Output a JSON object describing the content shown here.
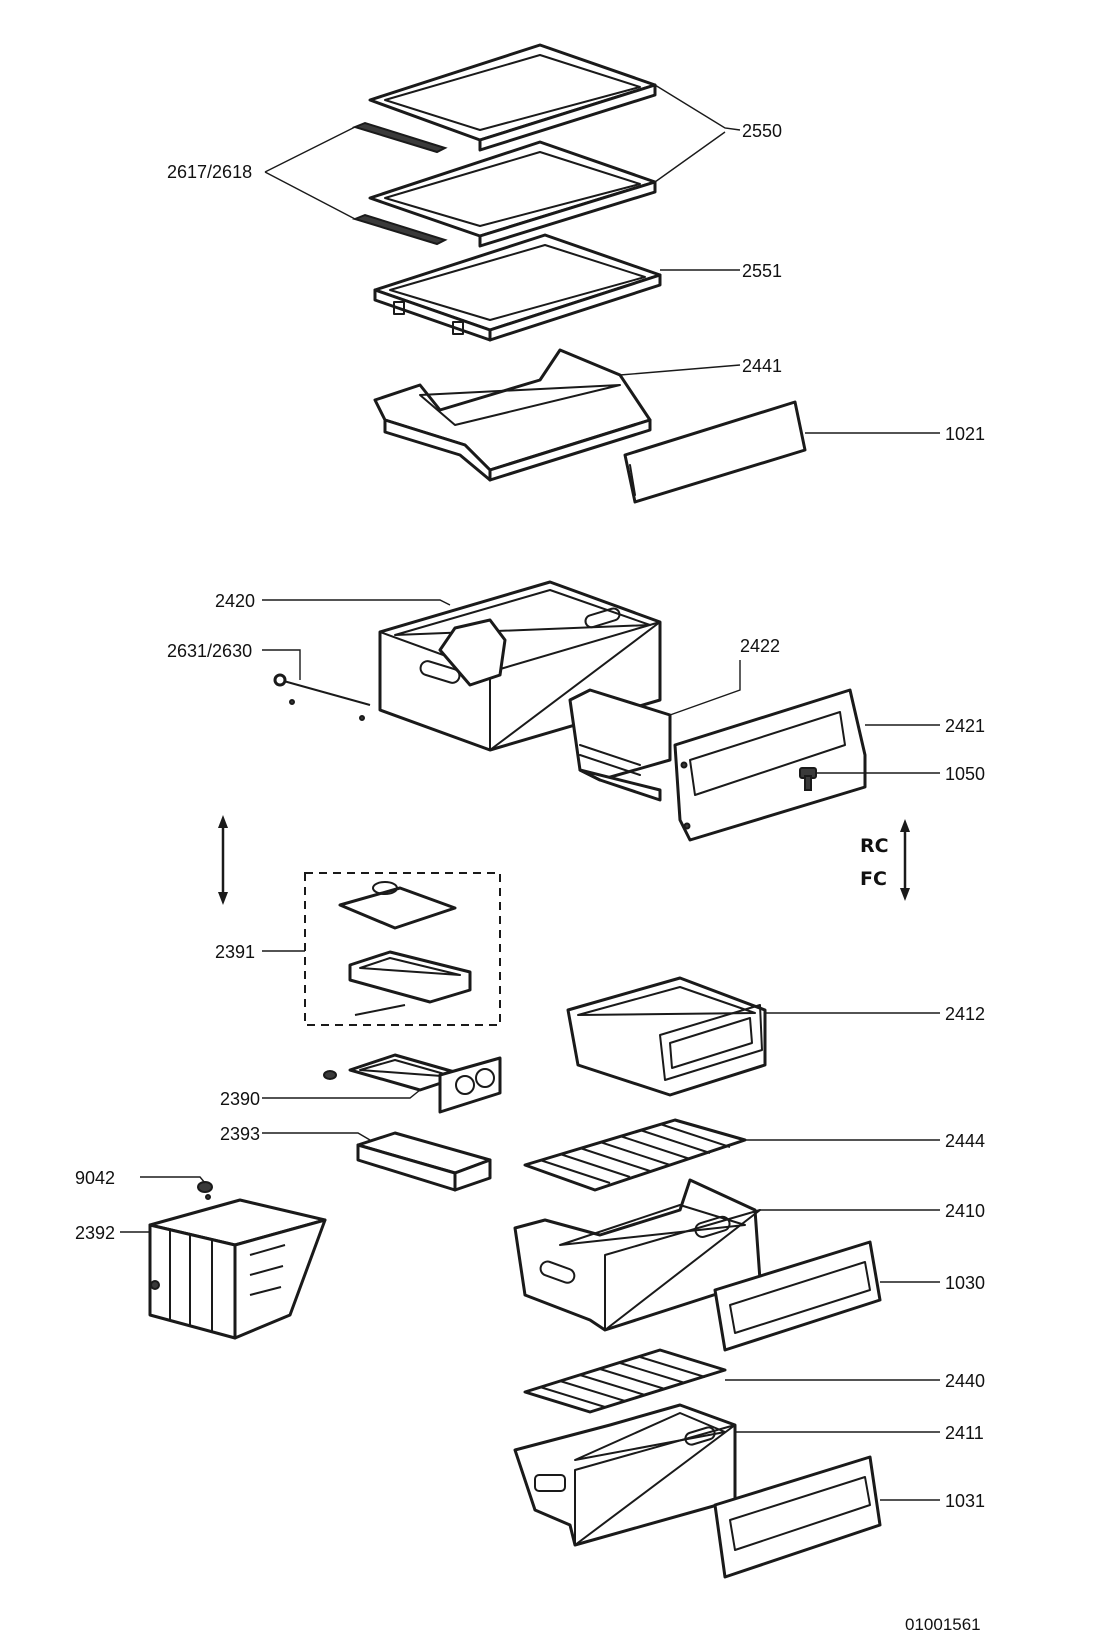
{
  "callouts": {
    "c2550": "2550",
    "c2617": "2617/2618",
    "c2551": "2551",
    "c2441": "2441",
    "c1021": "1021",
    "c2420": "2420",
    "c2631": "2631/2630",
    "c2422": "2422",
    "c2421": "2421",
    "c1050": "1050",
    "c2391": "2391",
    "c2412": "2412",
    "c2390": "2390",
    "c2393": "2393",
    "c2444": "2444",
    "c9042": "9042",
    "c2392": "2392",
    "c2410": "2410",
    "c1030": "1030",
    "c2440": "2440",
    "c2411": "2411",
    "c1031": "1031"
  },
  "direction": {
    "upper": "RC",
    "lower": "FC"
  },
  "drawing_number": "01001561"
}
